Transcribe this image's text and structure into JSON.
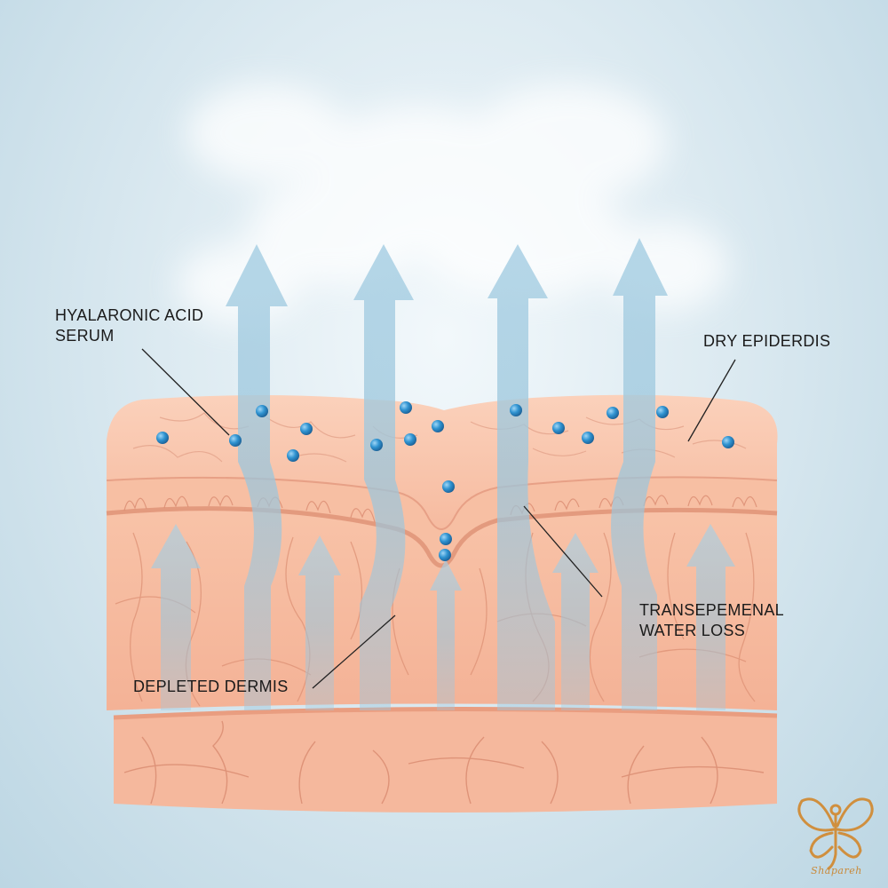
{
  "labels": {
    "serum_line1": "HYALARONIC ACID",
    "serum_line2": "SERUM",
    "epidermis": "DRY EPIDERDIS",
    "tewl_line1": "TRANSEPEMENAL",
    "tewl_line2": "WATER LOSS",
    "dermis": "DEPLETED DERMIS"
  },
  "logo": {
    "text": "Shapareh",
    "icon": "butterfly-woman-icon",
    "color": "#d08f3e"
  },
  "colors": {
    "background": "#cfe3ec",
    "skin": "#f8c4aa",
    "skin_dark": "#eba487",
    "vein": "#d98a70",
    "arrow": "#9cc6dc",
    "molecule": "#2b8fcf",
    "leader_line": "#222222"
  }
}
